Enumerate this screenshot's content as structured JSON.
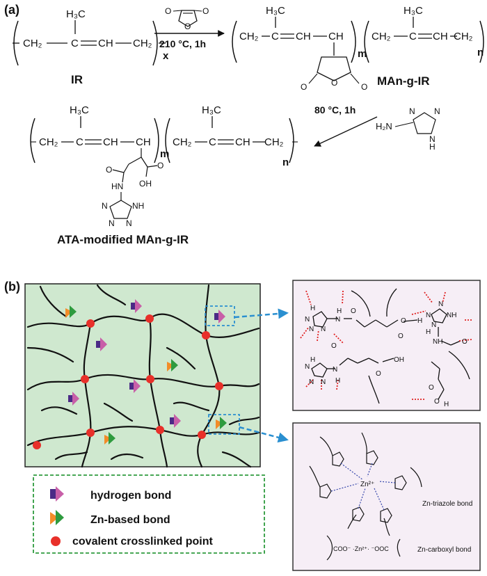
{
  "panel_a": {
    "label": "(a)",
    "ir": {
      "ch3": "H₃C",
      "ch2_left": "CH₂",
      "c_atom": "C",
      "ch": "CH",
      "ch2_right": "CH₂",
      "subscript": "x",
      "name": "IR"
    },
    "step1_condition": "210 °C, 1h",
    "man_g_ir": {
      "name": "MAn-g-IR",
      "ch3_1": "H₃C",
      "ch3_2": "H₃C",
      "ch2_a": "CH₂",
      "c_a": "C",
      "ch_a": "CH",
      "ch_b": "CH",
      "sub_m": "m",
      "ch2_b": "CH₂",
      "c_b": "C",
      "ch_c": "CH",
      "ch2_c": "CH₂",
      "sub_n": "n",
      "o1": "O",
      "o2": "O",
      "o3": "O"
    },
    "step2_condition": "80 °C, 1h",
    "ata_reagent": {
      "h2n": "H₂N",
      "n1": "N",
      "n2": "N",
      "n3": "N",
      "h": "H"
    },
    "ata_product": {
      "name": "ATA-modified MAn-g-IR",
      "ch3_1": "H₃C",
      "ch3_2": "H₃C",
      "ch2_a": "CH₂",
      "c_a": "C",
      "ch_a": "CH",
      "ch_b": "CH",
      "sub_m": "m",
      "ch2_b": "CH₂",
      "c_b": "C",
      "ch_c": "CH",
      "ch2_c": "CH₂",
      "sub_n": "n",
      "o1": "O",
      "hn": "HN",
      "oh": "OH",
      "o2": "O",
      "n1": "N",
      "n2": "N",
      "nh": "NH",
      "n3": "N"
    }
  },
  "panel_b": {
    "label": "(b)",
    "legend": {
      "hydrogen_bond": "hydrogen bond",
      "zn_bond": "Zn-based bond",
      "covalent": "covalent crosslinked point"
    },
    "zoom_zn": {
      "zn_triazole_label": "Zn-triazole bond",
      "zn_carboxyl_label": "Zn-carboxyl bond",
      "zn_center": "Zn²⁺",
      "carboxyl_formula": "COO⁻ ·Zn²⁺· ⁻OOC"
    },
    "zoom_h": {
      "labels": [
        "N",
        "H",
        "N",
        "N",
        "N",
        "H",
        "O",
        "O",
        "H",
        "O",
        "O",
        "N",
        "H",
        "N",
        "N",
        "N",
        "H",
        "O",
        "OH",
        "NH",
        "N",
        "N",
        "NH",
        "H",
        "N",
        "O",
        "O",
        "O",
        "H",
        "O",
        "O",
        "H",
        "O",
        "O",
        "H",
        "O"
      ]
    }
  },
  "colors": {
    "network_bg": "#cfe8cf",
    "network_line": "#111111",
    "covalent_point": "#e8302a",
    "hbond_dark": "#4b2a86",
    "hbond_light": "#c85fa8",
    "zn_orange": "#f28c28",
    "zn_green": "#2e9b3e",
    "zoom_bg": "#f6eef6",
    "dashed_blue": "#2a8fd0",
    "dashed_green": "#2e9b3e",
    "hbond_red": "#e02020"
  }
}
